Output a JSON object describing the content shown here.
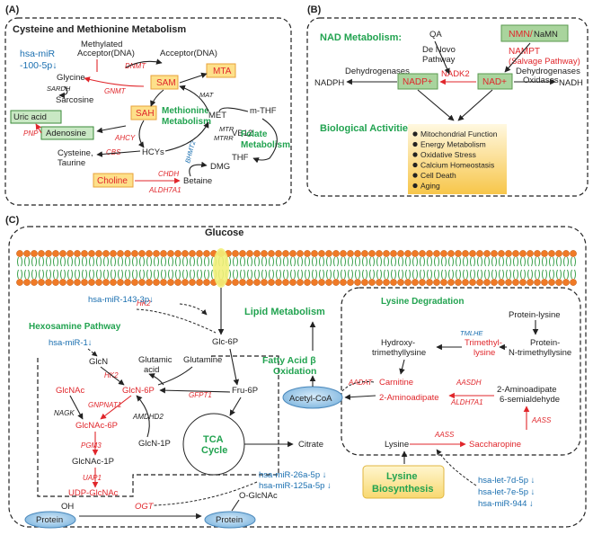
{
  "panelA": {
    "label": "(A)",
    "title": "Cysteine and Methionine Metabolism",
    "mir": [
      "hsa-miR",
      "-100-5p↓"
    ],
    "methylated_acceptor": [
      "Methylated",
      "Acceptor(DNA)"
    ],
    "acceptor": "Acceptor(DNA)",
    "dnmt": "DNMT",
    "glycine": "Glycine",
    "sardh": "SARDH",
    "gnmt": "GNMT",
    "sarcosine": "Sarcosine",
    "sam": "SAM",
    "mta": "MTA",
    "mat": "MAT",
    "sah": "SAH",
    "met_label": [
      "Methionine",
      "Metabolism"
    ],
    "met": "MET",
    "mthf": "m-THF",
    "mtr": "MTR",
    "mtrr": "MTRR",
    "vb12": "VB12",
    "folate_label": [
      "Folate",
      "Metabolism"
    ],
    "thf": "THF",
    "uric": "Uric acid",
    "pnp": "PNP",
    "adenosine": "Adenosine",
    "ahcy": "AHCY",
    "cbs": "CBS",
    "hcys": "HCYs",
    "cysteine": [
      "Cysteine,",
      "Taurine"
    ],
    "bhmt2": "BHMT2",
    "dmg": "DMG",
    "choline": "Choline",
    "chdh": "CHDH",
    "aldh": "ALDH7A1",
    "betaine": "Betaine"
  },
  "panelB": {
    "label": "(B)",
    "title": "NAD Metabolism:",
    "qa": "QA",
    "nmn": "NMN/",
    "namn": "NaMN",
    "denovo": [
      "De Novo",
      "Pathway"
    ],
    "nampt": "NAMPT",
    "salvage": "(Salvage Pathway)",
    "nadph": "NADPH",
    "dehyd_left": "Dehydrogenases",
    "nadp": "NADP+",
    "nadk2": "NADK2",
    "nad": "NAD+",
    "dehyd_right": "Dehydrogenases",
    "oxidases": "Oxidases",
    "nadh": "NADH",
    "bio_title": "Biological Activities:",
    "activities": [
      "Mitochondrial Function",
      "Energy Metabolism",
      "Oxidative Stress",
      "Calcium Homeostasis",
      "Cell Death",
      "Aging"
    ]
  },
  "panelC": {
    "label": "(C)",
    "glucose": "Glucose",
    "hk2": "HK2",
    "mir143": "hsa-miR-143-3p↓",
    "hex_title": "Hexosamine Pathway",
    "mir1": "hsa-miR-1↓",
    "glc6p": "Glc-6P",
    "lipid": "Lipid Metabolism",
    "fao": [
      "Fatty Acid β",
      "Oxidation"
    ],
    "lys_deg": "Lysine Degradation",
    "protein_lysine": "Protein-lysine",
    "tmlhe": "TMLHE",
    "hydroxy": [
      "Hydroxy-",
      "trimethyllysine"
    ],
    "trimethyl": [
      "Trimethyl-",
      "lysine"
    ],
    "protein_n": [
      "Protein-",
      "N-trimethyllysine"
    ],
    "carnitine": "Carnitine",
    "glcn": "GlcN",
    "glutamic": [
      "Glutamic",
      "acid"
    ],
    "glutamine": "Glutamine",
    "hk2b": "HK2",
    "glcnac": "GlcNAc",
    "glcn6p": "GlcN-6P",
    "gfpt1": "GFPT1",
    "fru6p": "Fru-6P",
    "gnpnat1": "GNPNAT1",
    "nagk": "NAGK",
    "amdhd2": "AMDHD2",
    "glcnac6p": "GlcNAc-6P",
    "pgm3": "PGM3",
    "glcn1p": "GlcN-1P",
    "glcnac1p": "GlcNAc-1P",
    "uap1": "UAP1",
    "udp": "UDP-GlcNAc",
    "tca": [
      "TCA",
      "Cycle"
    ],
    "acetyl": "Acetyl-CoA",
    "aadat": "AADAT",
    "aminoadipate": "2-Aminoadipate",
    "aasdh": "AASDH",
    "aldh": "ALDH7A1",
    "semi": [
      "2-Aminoadipate",
      "6-semialdehyde"
    ],
    "aass1": "AASS",
    "aass2": "AASS",
    "citrate": "Citrate",
    "lysine": "Lysine",
    "saccharopine": "Saccharopine",
    "mir26": "hsa-miR-26a-5p ↓",
    "mir125": "hsa-miR-125a-5p ↓",
    "lys_bio": [
      "Lysine",
      "Biosynthesis"
    ],
    "let7d": "hsa-let-7d-5p ↓",
    "let7e": "hsa-let-7e-5p ↓",
    "mir944": "hsa-miR-944 ↓",
    "oh": "OH",
    "protein1": "Protein",
    "ogt": "OGT",
    "oglcnac": "O-GlcNAc",
    "protein2": "Protein"
  }
}
